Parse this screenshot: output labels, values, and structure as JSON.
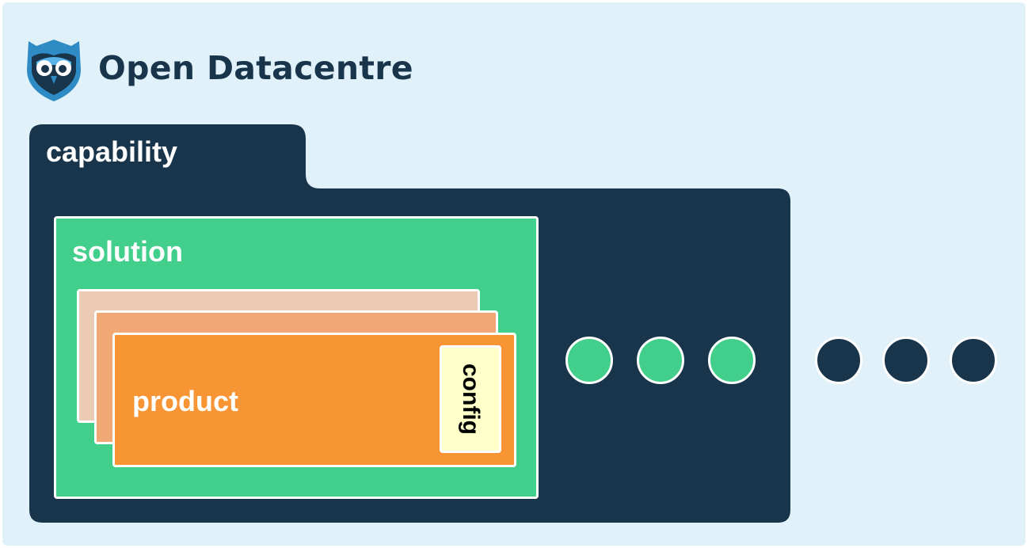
{
  "brand": {
    "name": "Open Datacentre",
    "logo_icon": "owl-shield-icon"
  },
  "diagram": {
    "capability_label": "capability",
    "solution_label": "solution",
    "product_label": "product",
    "config_label": "config",
    "inner_dots": 3,
    "outer_dots": 3
  },
  "colors": {
    "background": "#e1f1f9",
    "navy": "#18354c",
    "green": "#42cf8b",
    "orange": "#f79433",
    "orange_mid": "#f2a874",
    "orange_light": "#ebcbb4",
    "config_fill": "#ffffca",
    "logo_blue": "#2f8bc4"
  }
}
